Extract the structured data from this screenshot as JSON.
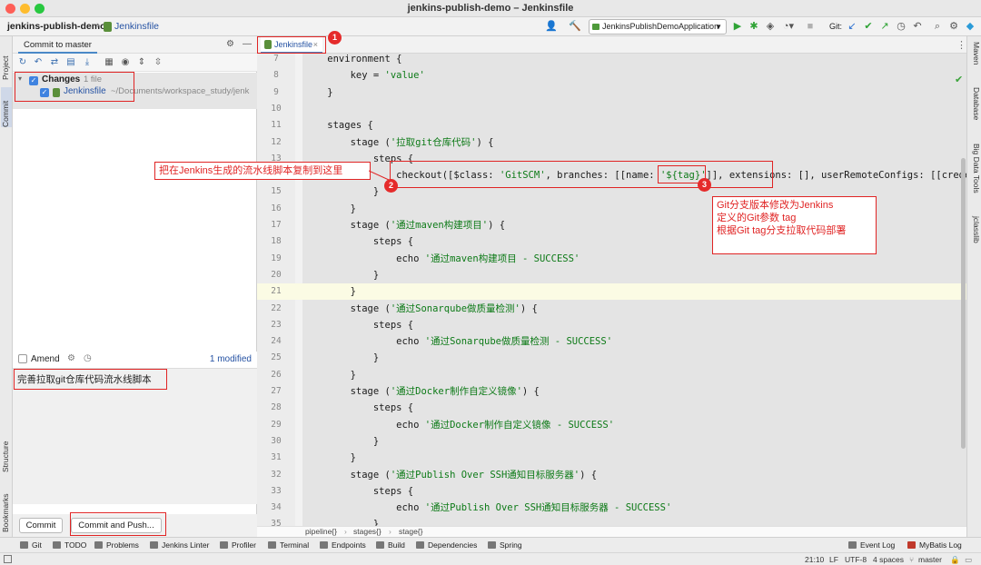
{
  "window": {
    "title": "jenkins-publish-demo – Jenkinsfile"
  },
  "navbar": {
    "project": "jenkins-publish-demo",
    "file": "Jenkinsfile",
    "run_config": "JenkinsPublishDemoApplication",
    "git_label": "Git:"
  },
  "left_strip": {
    "project": "Project",
    "commit": "Commit",
    "structure": "Structure",
    "bookmarks": "Bookmarks"
  },
  "right_strip": {
    "maven": "Maven",
    "database": "Database",
    "big_data_tools": "Big Data Tools",
    "jclasslib": "jclasslib"
  },
  "commit_panel": {
    "tab_label": "Commit to master",
    "changes_label": "Changes",
    "changes_count": "1 file",
    "file_name": "Jenkinsfile",
    "file_path": "~/Documents/workspace_study/jenk",
    "amend_label": "Amend",
    "modified_count": "1 modified",
    "commit_message": "完善拉取git仓库代码流水线脚本",
    "commit_button": "Commit",
    "commit_push_button": "Commit and Push..."
  },
  "editor": {
    "tab_label": "Jenkinsfile",
    "lines": [
      {
        "n": "7",
        "text": "    environment {"
      },
      {
        "n": "8",
        "text": "        key = 'value'"
      },
      {
        "n": "9",
        "text": "    }"
      },
      {
        "n": "10",
        "text": ""
      },
      {
        "n": "11",
        "text": "    stages {"
      },
      {
        "n": "12",
        "text": "        stage ('拉取git仓库代码') {"
      },
      {
        "n": "13",
        "text": "            steps {"
      },
      {
        "n": "14",
        "text": "                checkout([$class: 'GitSCM', branches: [[name: '${tag}']], extensions: [], userRemoteConfigs: [[crede"
      },
      {
        "n": "15",
        "text": "            }"
      },
      {
        "n": "16",
        "text": "        }"
      },
      {
        "n": "17",
        "text": "        stage ('通过maven构建项目') {"
      },
      {
        "n": "18",
        "text": "            steps {"
      },
      {
        "n": "19",
        "text": "                echo '通过maven构建项目 - SUCCESS'"
      },
      {
        "n": "20",
        "text": "            }"
      },
      {
        "n": "21",
        "text": "        }"
      },
      {
        "n": "22",
        "text": "        stage ('通过Sonarqube做质量检测') {"
      },
      {
        "n": "23",
        "text": "            steps {"
      },
      {
        "n": "24",
        "text": "                echo '通过Sonarqube做质量检测 - SUCCESS'"
      },
      {
        "n": "25",
        "text": "            }"
      },
      {
        "n": "26",
        "text": "        }"
      },
      {
        "n": "27",
        "text": "        stage ('通过Docker制作自定义镜像') {"
      },
      {
        "n": "28",
        "text": "            steps {"
      },
      {
        "n": "29",
        "text": "                echo '通过Docker制作自定义镜像 - SUCCESS'"
      },
      {
        "n": "30",
        "text": "            }"
      },
      {
        "n": "31",
        "text": "        }"
      },
      {
        "n": "32",
        "text": "        stage ('通过Publish Over SSH通知目标服务器') {"
      },
      {
        "n": "33",
        "text": "            steps {"
      },
      {
        "n": "34",
        "text": "                echo '通过Publish Over SSH通知目标服务器 - SUCCESS'"
      },
      {
        "n": "35",
        "text": "            }"
      }
    ],
    "breadcrumb": [
      "pipeline{}",
      "stages{}",
      "stage{}"
    ]
  },
  "annotations": {
    "copy_note": "把在Jenkins生成的流水线脚本复制到这里",
    "tag_note_1": "Git分支版本修改为Jenkins",
    "tag_note_2": "定义的Git参数 tag",
    "tag_note_3": "根据Git tag分支拉取代码部署",
    "badge_1": "1",
    "badge_2": "2",
    "badge_3": "3"
  },
  "tool_windows": {
    "git": "Git",
    "todo": "TODO",
    "problems": "Problems",
    "jenkins_linter": "Jenkins Linter",
    "profiler": "Profiler",
    "terminal": "Terminal",
    "endpoints": "Endpoints",
    "build": "Build",
    "dependencies": "Dependencies",
    "spring": "Spring",
    "event_log": "Event Log",
    "mybatis_log": "MyBatis Log"
  },
  "status_bar": {
    "position": "21:10",
    "line_sep": "LF",
    "encoding": "UTF-8",
    "indent": "4 spaces",
    "branch": "master"
  },
  "colors": {
    "annotation_red": "#e02424",
    "accent_blue": "#4a88c7",
    "string_green": "#0d7a17"
  }
}
